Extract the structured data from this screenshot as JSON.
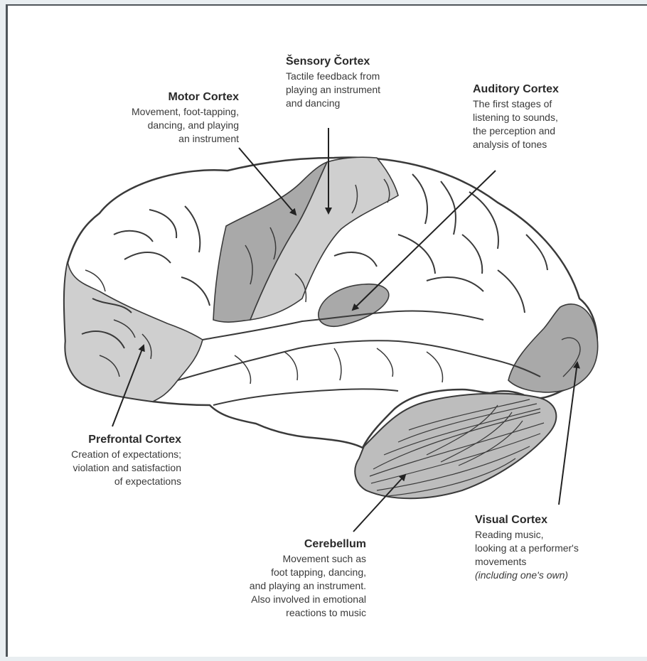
{
  "labels": {
    "sensory": {
      "title": "Šensory Čortex",
      "desc": "Tactile feedback from\nplaying an instrument\nand dancing"
    },
    "motor": {
      "title": "Motor Cortex",
      "desc": "Movement, foot-tapping,\ndancing, and playing\nan instrument"
    },
    "auditory": {
      "title": "Auditory Cortex",
      "desc": "The first stages of\nlistening to sounds,\nthe perception and\nanalysis of tones"
    },
    "prefrontal": {
      "title": "Prefrontal Cortex",
      "desc": "Creation of expectations;\nviolation and satisfaction\nof expectations"
    },
    "cerebellum": {
      "title": "Cerebellum",
      "desc": "Movement such as\nfoot tapping, dancing,\nand playing an instrument.\nAlso involved in emotional\nreactions to music"
    },
    "visual": {
      "title": "Visual Cortex",
      "desc": "Reading music,\nlooking at a performer's\nmovements",
      "note": "(including one's own)"
    }
  },
  "colors": {
    "outline": "#3a3a3a",
    "light_region": "#cfcfcf",
    "dark_region": "#a9a9a9",
    "cerebellum_fill": "#bdbdbd"
  }
}
